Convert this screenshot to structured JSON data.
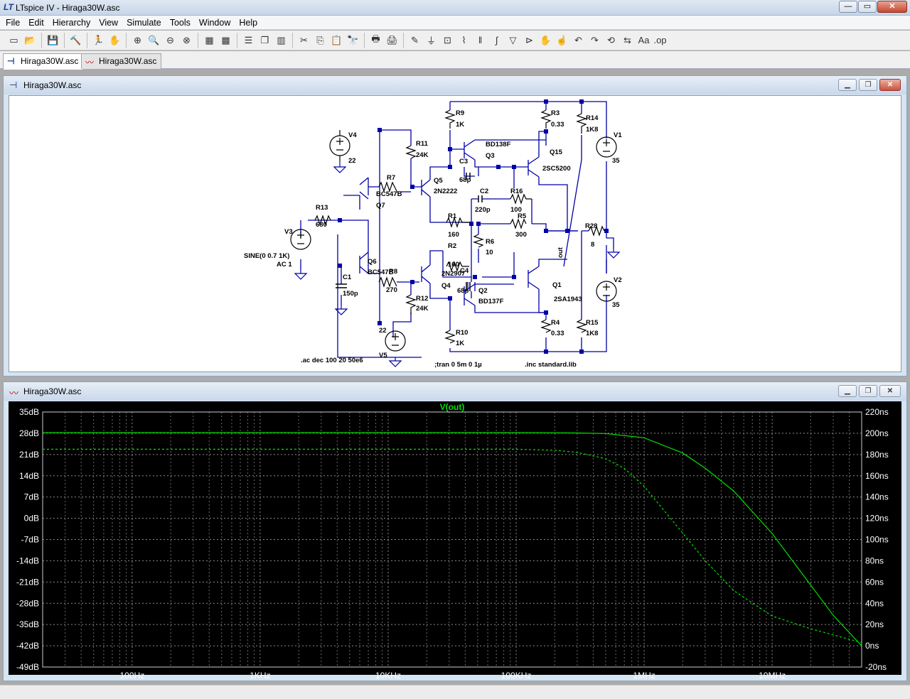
{
  "window": {
    "title": "LTspice IV - Hiraga30W.asc",
    "min": "—",
    "max": "▭",
    "close": "✕"
  },
  "menu": [
    "File",
    "Edit",
    "Hierarchy",
    "View",
    "Simulate",
    "Tools",
    "Window",
    "Help"
  ],
  "toolbar": [
    {
      "name": "new-schematic-icon",
      "glyph": "▭"
    },
    {
      "name": "open-icon",
      "glyph": "📂"
    },
    {
      "sep": true
    },
    {
      "name": "save-icon",
      "glyph": "💾"
    },
    {
      "sep": true
    },
    {
      "name": "control-panel-icon",
      "glyph": "🔨"
    },
    {
      "sep": true
    },
    {
      "name": "run-icon",
      "glyph": "🏃"
    },
    {
      "name": "halt-icon",
      "glyph": "✋"
    },
    {
      "sep": true
    },
    {
      "name": "zoom-in-icon",
      "glyph": "⊕"
    },
    {
      "name": "pan-icon",
      "glyph": "🔍"
    },
    {
      "name": "zoom-out-icon",
      "glyph": "⊖"
    },
    {
      "name": "zoom-cancel-icon",
      "glyph": "⊗"
    },
    {
      "sep": true
    },
    {
      "name": "autorange-icon",
      "glyph": "▦"
    },
    {
      "name": "grid-icon",
      "glyph": "▩"
    },
    {
      "sep": true
    },
    {
      "name": "tile-horizontal-icon",
      "glyph": "☰"
    },
    {
      "name": "cascade-icon",
      "glyph": "❐"
    },
    {
      "name": "tile-vertical-icon",
      "glyph": "▥"
    },
    {
      "sep": true
    },
    {
      "name": "cut-icon",
      "glyph": "✂"
    },
    {
      "name": "copy-icon",
      "glyph": "⎘"
    },
    {
      "name": "paste-icon",
      "glyph": "📋"
    },
    {
      "name": "find-icon",
      "glyph": "🔭"
    },
    {
      "sep": true
    },
    {
      "name": "print-setup-icon",
      "glyph": "🖶"
    },
    {
      "name": "print-icon",
      "glyph": "🖨"
    },
    {
      "sep": true
    },
    {
      "name": "wire-icon",
      "glyph": "✎"
    },
    {
      "name": "ground-icon",
      "glyph": "⏚"
    },
    {
      "name": "label-net-icon",
      "glyph": "⊡"
    },
    {
      "name": "resistor-icon",
      "glyph": "⌇"
    },
    {
      "name": "capacitor-icon",
      "glyph": "‖"
    },
    {
      "name": "inductor-icon",
      "glyph": "∫"
    },
    {
      "name": "diode-icon",
      "glyph": "▽"
    },
    {
      "name": "component-icon",
      "glyph": "⊳"
    },
    {
      "name": "move-icon",
      "glyph": "✋"
    },
    {
      "name": "drag-icon",
      "glyph": "☝"
    },
    {
      "name": "undo-icon",
      "glyph": "↶"
    },
    {
      "name": "redo-icon",
      "glyph": "↷"
    },
    {
      "name": "rotate-icon",
      "glyph": "⟲"
    },
    {
      "name": "mirror-icon",
      "glyph": "⇆"
    },
    {
      "name": "text-icon",
      "glyph": "Aa"
    },
    {
      "name": "spice-directive-icon",
      "glyph": ".op"
    }
  ],
  "tabs": [
    {
      "label": "Hiraga30W.asc",
      "active": true
    },
    {
      "label": "Hiraga30W.asc",
      "active": false
    }
  ],
  "schematic_window": {
    "title": "Hiraga30W.asc"
  },
  "plot_window": {
    "title": "Hiraga30W.asc"
  },
  "schematic": {
    "labels": {
      "V4": "V4",
      "v4_val": "22",
      "R11": "R11",
      "r11_val": "24K",
      "R7": "R7",
      "bc_q7": "BC547B",
      "Q7": "Q7",
      "Q5": "Q5",
      "q5_model": "2N2222",
      "R13": "R13",
      "r13_val": "680",
      "V3": "V3",
      "v3_line1": "SINE(0 0.7 1K)",
      "v3_line2": "AC 1",
      "Q6": "Q6",
      "bc_q6": "BC547B",
      "R8": "R8",
      "r8_val": "270",
      "C1": "C1",
      "c1_val": "150p",
      "R12": "R12",
      "r12_val": "24K",
      "v5_val": "22",
      "V5": "V5",
      "R9": "R9",
      "r9_val": "1K",
      "BD138F": "BD138F",
      "Q3": "Q3",
      "C3": "C3",
      "c3_val": "68p",
      "R3": "R3",
      "r3_val": "0.33",
      "R14": "R14",
      "r14_val": "1K8",
      "Q15": "Q15",
      "q15_model": "2SC5200",
      "V1": "V1",
      "v1_val": "35",
      "C2": "C2",
      "c2_val": "220p",
      "R16": "R16",
      "r16_val": "100",
      "R1": "R1",
      "r1_val": "160",
      "R5": "R5",
      "r5_val": "300",
      "R28": "R28",
      "r28_val": "8",
      "R6": "R6",
      "r6_val": "10",
      "out": "out",
      "R2": "R2",
      "r2_val": "160",
      "q4_model": "2N2907",
      "C4": "C4",
      "c4_val": "68p",
      "Q4": "Q4",
      "Q2": "Q2",
      "BD137F": "BD137F",
      "Q1": "Q1",
      "q1_model": "2SA1943",
      "V2": "V2",
      "v2_val": "35",
      "R10": "R10",
      "r10_val": "1K",
      "R4": "R4",
      "r4_val": "0.33",
      "R15": "R15",
      "r15_val": "1K8",
      "ac_directive": ".ac dec 100 20 50e6",
      "tran_directive": ";tran 0 5m 0 1µ",
      "inc_directive": ".inc standard.lib"
    }
  },
  "chart_data": {
    "type": "line",
    "title": "V(out)",
    "x_scale": "log",
    "xlim": [
      20,
      50000000
    ],
    "x_ticks": [
      "100Hz",
      "1KHz",
      "10KHz",
      "100KHz",
      "1MHz",
      "10MHz"
    ],
    "y_left_ticks": [
      "35dB",
      "28dB",
      "21dB",
      "14dB",
      "7dB",
      "0dB",
      "-7dB",
      "-14dB",
      "-21dB",
      "-28dB",
      "-35dB",
      "-42dB",
      "-49dB"
    ],
    "y_right_ticks": [
      "220ns",
      "200ns",
      "180ns",
      "160ns",
      "140ns",
      "120ns",
      "100ns",
      "80ns",
      "60ns",
      "40ns",
      "20ns",
      "0ns",
      "-20ns"
    ],
    "ylim_left": [
      -49,
      35
    ],
    "ylim_right": [
      -20,
      220
    ],
    "grid": true,
    "series": [
      {
        "name": "V(out)",
        "style": "solid",
        "color": "#00e000",
        "axis": "left",
        "x": [
          20,
          100,
          1000,
          10000,
          100000,
          300000,
          500000,
          1000000,
          2000000,
          3000000,
          5000000,
          10000000,
          20000000,
          30000000,
          50000000
        ],
        "y": [
          28.2,
          28.2,
          28.2,
          28.2,
          28.2,
          28.1,
          27.9,
          26.5,
          21.5,
          16.5,
          9,
          -5,
          -22,
          -32,
          -42
        ]
      },
      {
        "name": "",
        "style": "dashed",
        "color": "#00e000",
        "axis": "right",
        "x": [
          20,
          100,
          1000,
          10000,
          100000,
          200000,
          300000,
          500000,
          700000,
          1000000,
          2000000,
          3000000,
          5000000,
          10000000,
          20000000,
          50000000
        ],
        "y": [
          185,
          185,
          185,
          185,
          185,
          184,
          182,
          176,
          167,
          150,
          106,
          80,
          52,
          28,
          16,
          3
        ]
      }
    ]
  }
}
